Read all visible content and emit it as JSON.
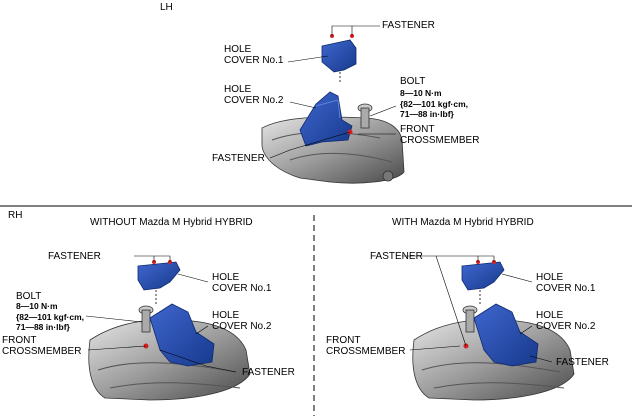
{
  "lh": {
    "section_label": "LH",
    "fastener_top": "FASTENER",
    "hole_cover_1": [
      "HOLE",
      "COVER No.1"
    ],
    "hole_cover_2": [
      "HOLE",
      "COVER No.2"
    ],
    "bolt": [
      "BOLT",
      "8—10 N·m",
      "{82—101 kgf·cm,",
      "71—88 in·lbf}"
    ],
    "front_crossmember": [
      "FRONT",
      "CROSSMEMBER"
    ],
    "fastener_bottom": "FASTENER"
  },
  "rh": {
    "section_label": "RH",
    "left_panel": {
      "heading": "WITHOUT Mazda M Hybrid HYBRID",
      "fastener_top": "FASTENER",
      "hole_cover_1": [
        "HOLE",
        "COVER No.1"
      ],
      "hole_cover_2": [
        "HOLE",
        "COVER No.2"
      ],
      "bolt": [
        "BOLT",
        "8—10 N·m",
        "{82—101 kgf·cm,",
        "71—88 in·lbf}"
      ],
      "front_crossmember": [
        "FRONT",
        "CROSSMEMBER"
      ],
      "fastener_bottom": "FASTENER"
    },
    "right_panel": {
      "heading": "WITH Mazda M Hybrid HYBRID",
      "fastener_top": "FASTENER",
      "hole_cover_1": [
        "HOLE",
        "COVER No.1"
      ],
      "hole_cover_2": [
        "HOLE",
        "COVER No.2"
      ],
      "front_crossmember": [
        "FRONT",
        "CROSSMEMBER"
      ],
      "fastener_bottom": "FASTENER"
    }
  },
  "colors": {
    "cover_blue": "#2a4fb5",
    "cover_blue_dark": "#173a8c",
    "fastener_red": "#d42020",
    "part_gray": "#9a9a9a",
    "part_dark": "#4a4a4a"
  }
}
